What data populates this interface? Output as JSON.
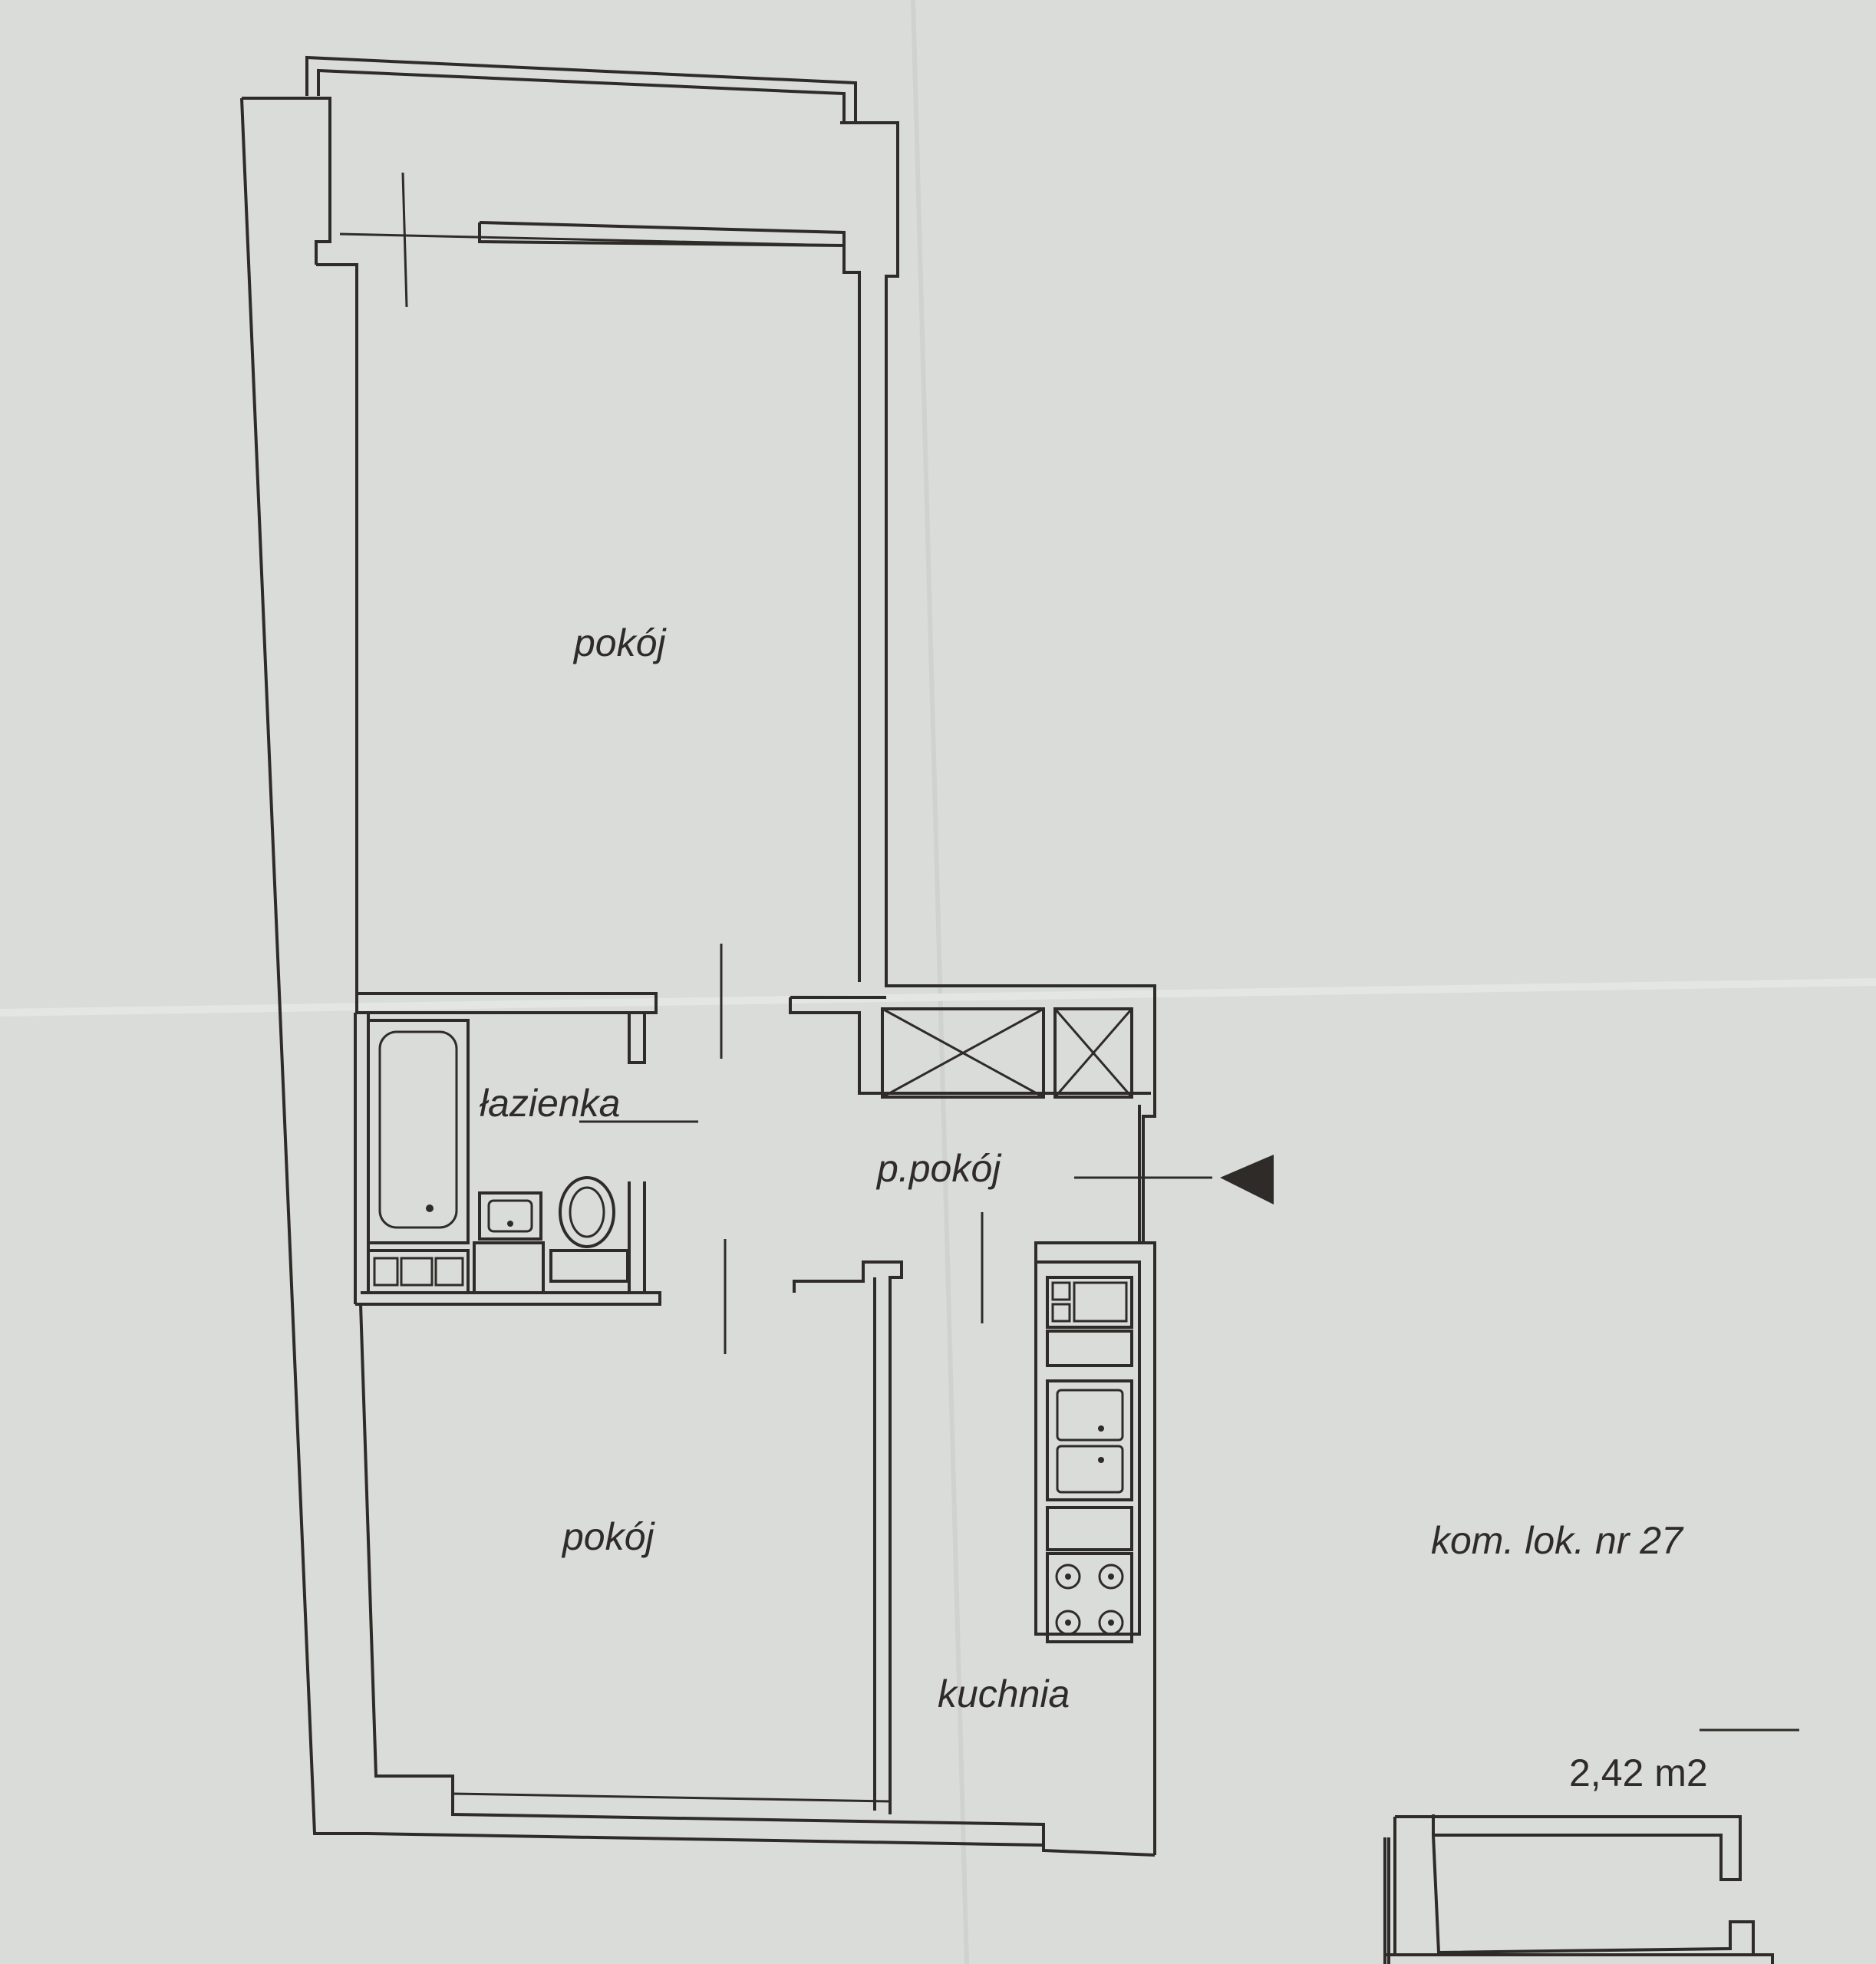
{
  "rooms": {
    "living_room_top": "pokój",
    "bathroom": "łazienka",
    "hallway": "p.pokój",
    "bedroom_bottom": "pokój",
    "kitchen": "kuchnia"
  },
  "storage": {
    "title": "kom. lok. nr 27",
    "area": "2,42 m2"
  }
}
